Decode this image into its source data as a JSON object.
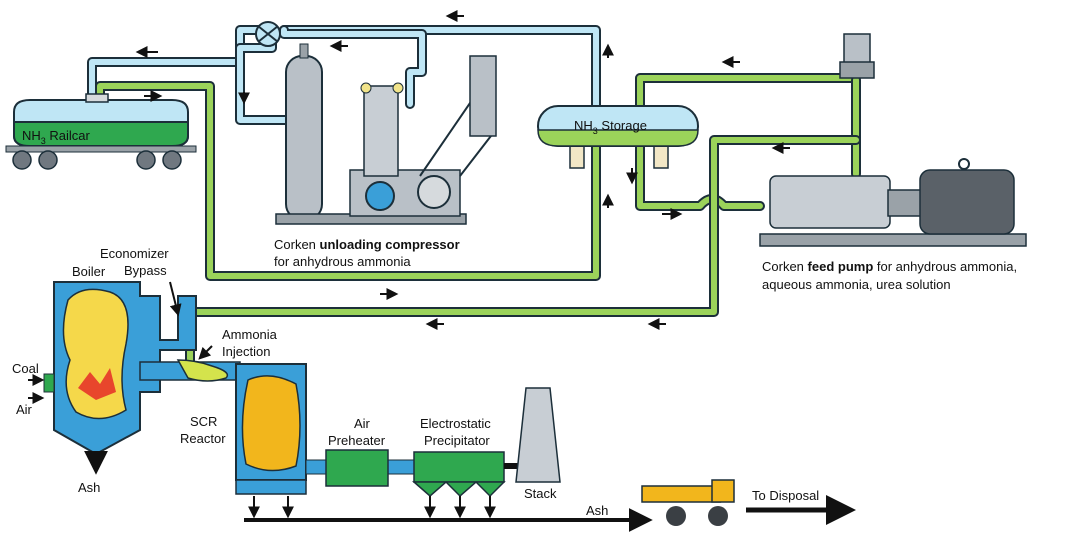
{
  "colors": {
    "ammonia_vapor": "#bfe6f5",
    "ammonia_liquid": "#9bd35a",
    "boiler_blue": "#3a9fd8",
    "equipment_green": "#2fa84f",
    "machine_gray": "#b9c0c7",
    "truck_yellow": "#f2b61c"
  },
  "labels": {
    "railcar": {
      "pre": "NH",
      "sub": "3",
      "post": " Railcar"
    },
    "storage": {
      "pre": "NH",
      "sub": "3",
      "post": " Storage"
    },
    "compressor": {
      "line1_pre": "Corken ",
      "line1_bold": "unloading compressor",
      "line2": "for anhydrous ammonia"
    },
    "pump": {
      "line1_pre": "Corken ",
      "line1_bold": "feed pump",
      "line1_post": " for anhydrous ammonia,",
      "line2": "aqueous ammonia, urea solution"
    },
    "economizer": {
      "line1": "Economizer",
      "line2": "Bypass"
    },
    "boiler": "Boiler",
    "ammonia_injection": {
      "line1": "Ammonia",
      "line2": "Injection"
    },
    "coal": "Coal",
    "air": "Air",
    "ash_boiler": "Ash",
    "scr": {
      "line1": "SCR",
      "line2": "Reactor"
    },
    "preheater": {
      "line1": "Air",
      "line2": "Preheater"
    },
    "precipitator": {
      "line1": "Electrostatic",
      "line2": "Precipitator"
    },
    "stack": "Stack",
    "ash_line": "Ash",
    "disposal": "To Disposal"
  }
}
